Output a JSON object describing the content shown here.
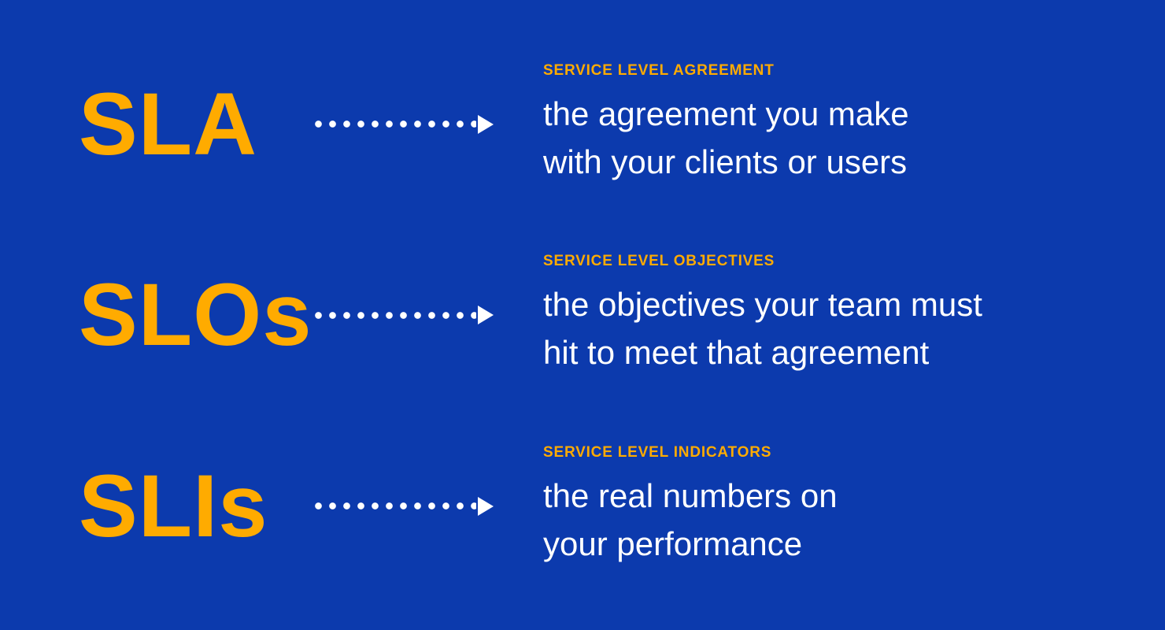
{
  "colors": {
    "background": "#0C3AAD",
    "accent": "#FFAB00",
    "text": "#FFFFFF"
  },
  "rows": [
    {
      "acronym": "SLA",
      "label": "SERVICE LEVEL AGREEMENT",
      "description_line1": "the agreement you make",
      "description_line2": "with your clients or users"
    },
    {
      "acronym": "SLOs",
      "label": "SERVICE LEVEL OBJECTIVES",
      "description_line1": "the objectives your team must",
      "description_line2": "hit to meet that agreement"
    },
    {
      "acronym": "SLIs",
      "label": "SERVICE LEVEL INDICATORS",
      "description_line1": "the real numbers on",
      "description_line2": "your performance"
    }
  ]
}
